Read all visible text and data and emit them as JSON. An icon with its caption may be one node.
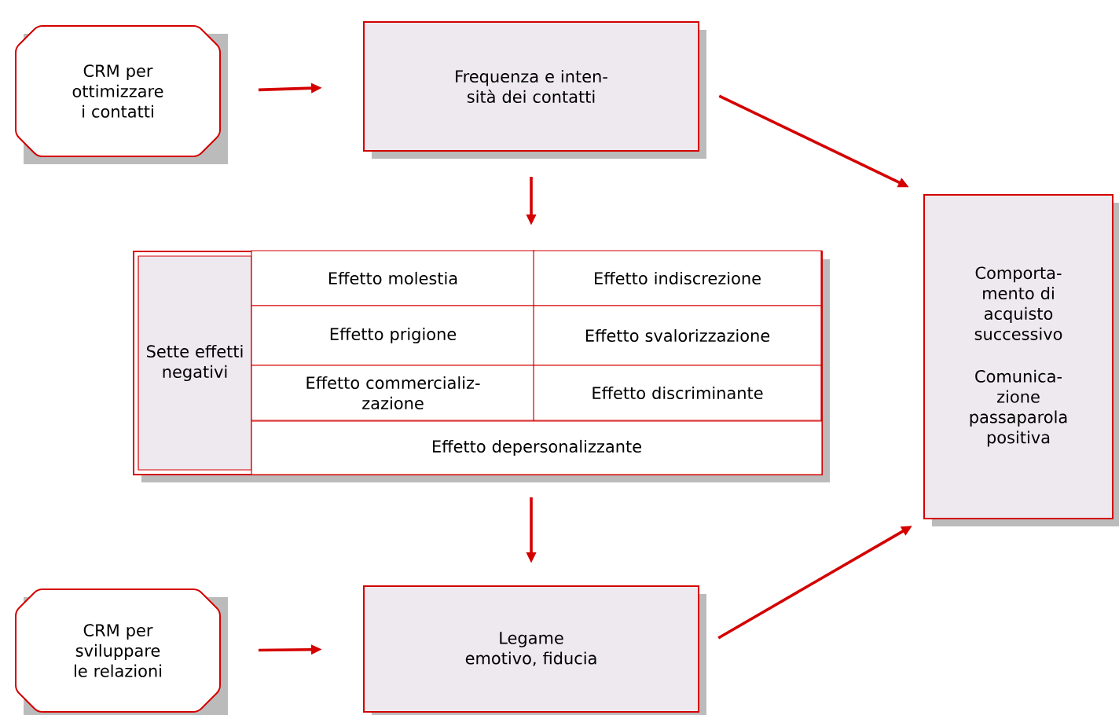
{
  "diagram": {
    "nodes": [
      {
        "text": [
          "CRM per ottimizzare i contatti"
        ]
      },
      {
        "text": [
          "Frequenza e inten-sità dei contatti"
        ]
      },
      {
        "text": [
          "Sette effetti negativi"
        ]
      },
      {
        "text": [
          "Effetto molestia"
        ],
        "in": 2
      },
      {
        "text": [
          "Effetto indiscrezione"
        ],
        "in": 2
      },
      {
        "text": [
          "Effetto prigione"
        ],
        "in": 2
      },
      {
        "text": [
          "Effetto svalorizzazione"
        ],
        "in": 2
      },
      {
        "text": [
          "Effetto commercializ-zazione"
        ],
        "in": 2
      },
      {
        "text": [
          "Effetto discriminante"
        ],
        "in": 2
      },
      {
        "text": [
          "Effetto depersonalizzante"
        ],
        "in": 2
      },
      {
        "text": [
          "CRM per sviluppare le relazioni"
        ]
      },
      {
        "text": [
          "Legame emotivo, fiducia"
        ]
      },
      {
        "text": [
          "Comporta-mento di acquisto successivo",
          "Comunica-zione passaparola positiva"
        ]
      }
    ],
    "edges": [
      {
        "from": 0,
        "to": 1,
        "arrow": "to"
      },
      {
        "from": 1,
        "to": 2,
        "arrow": "to"
      },
      {
        "from": 1,
        "to": 12,
        "arrow": "to"
      },
      {
        "from": 2,
        "to": 11,
        "arrow": "to"
      },
      {
        "from": 10,
        "to": 11,
        "arrow": "to"
      },
      {
        "from": 11,
        "to": 12,
        "arrow": "to"
      }
    ]
  }
}
